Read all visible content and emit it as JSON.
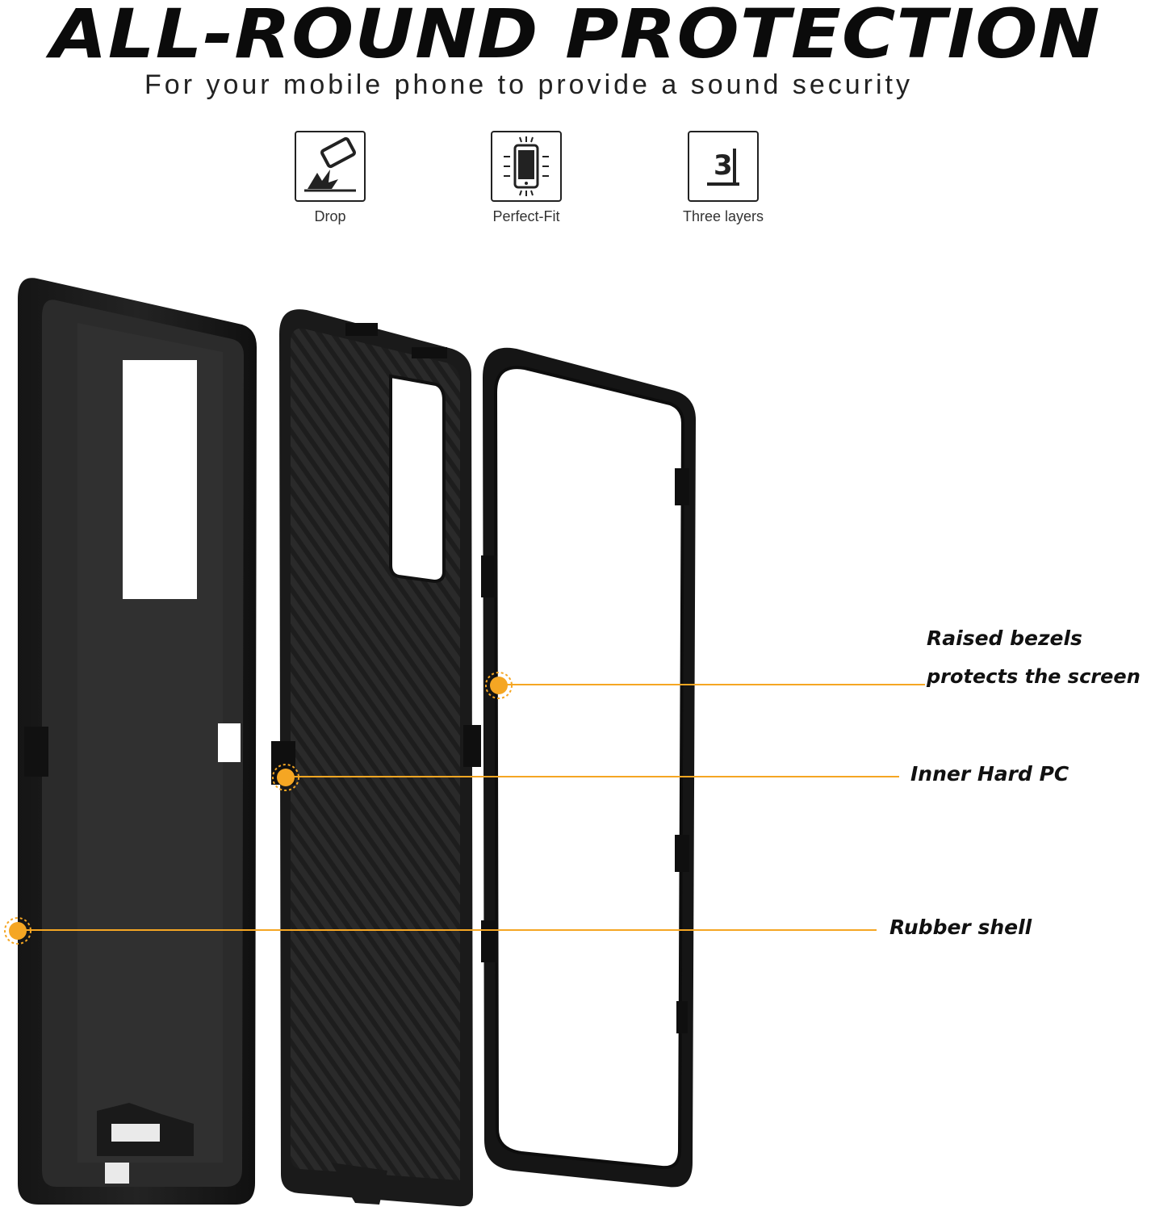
{
  "headline": "ALL-ROUND PROTECTION",
  "subheadline": "For your mobile phone to provide a sound security",
  "features": [
    {
      "label": "Drop",
      "icon": "drop-icon"
    },
    {
      "label": "Perfect-Fit",
      "icon": "perfect-fit-icon"
    },
    {
      "label": "Three layers",
      "icon": "three-layers-icon",
      "glyph": "3"
    }
  ],
  "callouts": {
    "raised_bezels_line1": "Raised bezels",
    "raised_bezels_line2": "protects the screen",
    "inner_hard_pc": "Inner Hard PC",
    "rubber_shell": "Rubber shell"
  },
  "colors": {
    "accent": "#F5A623",
    "case_black": "#1a1a1a",
    "text": "#111111"
  }
}
